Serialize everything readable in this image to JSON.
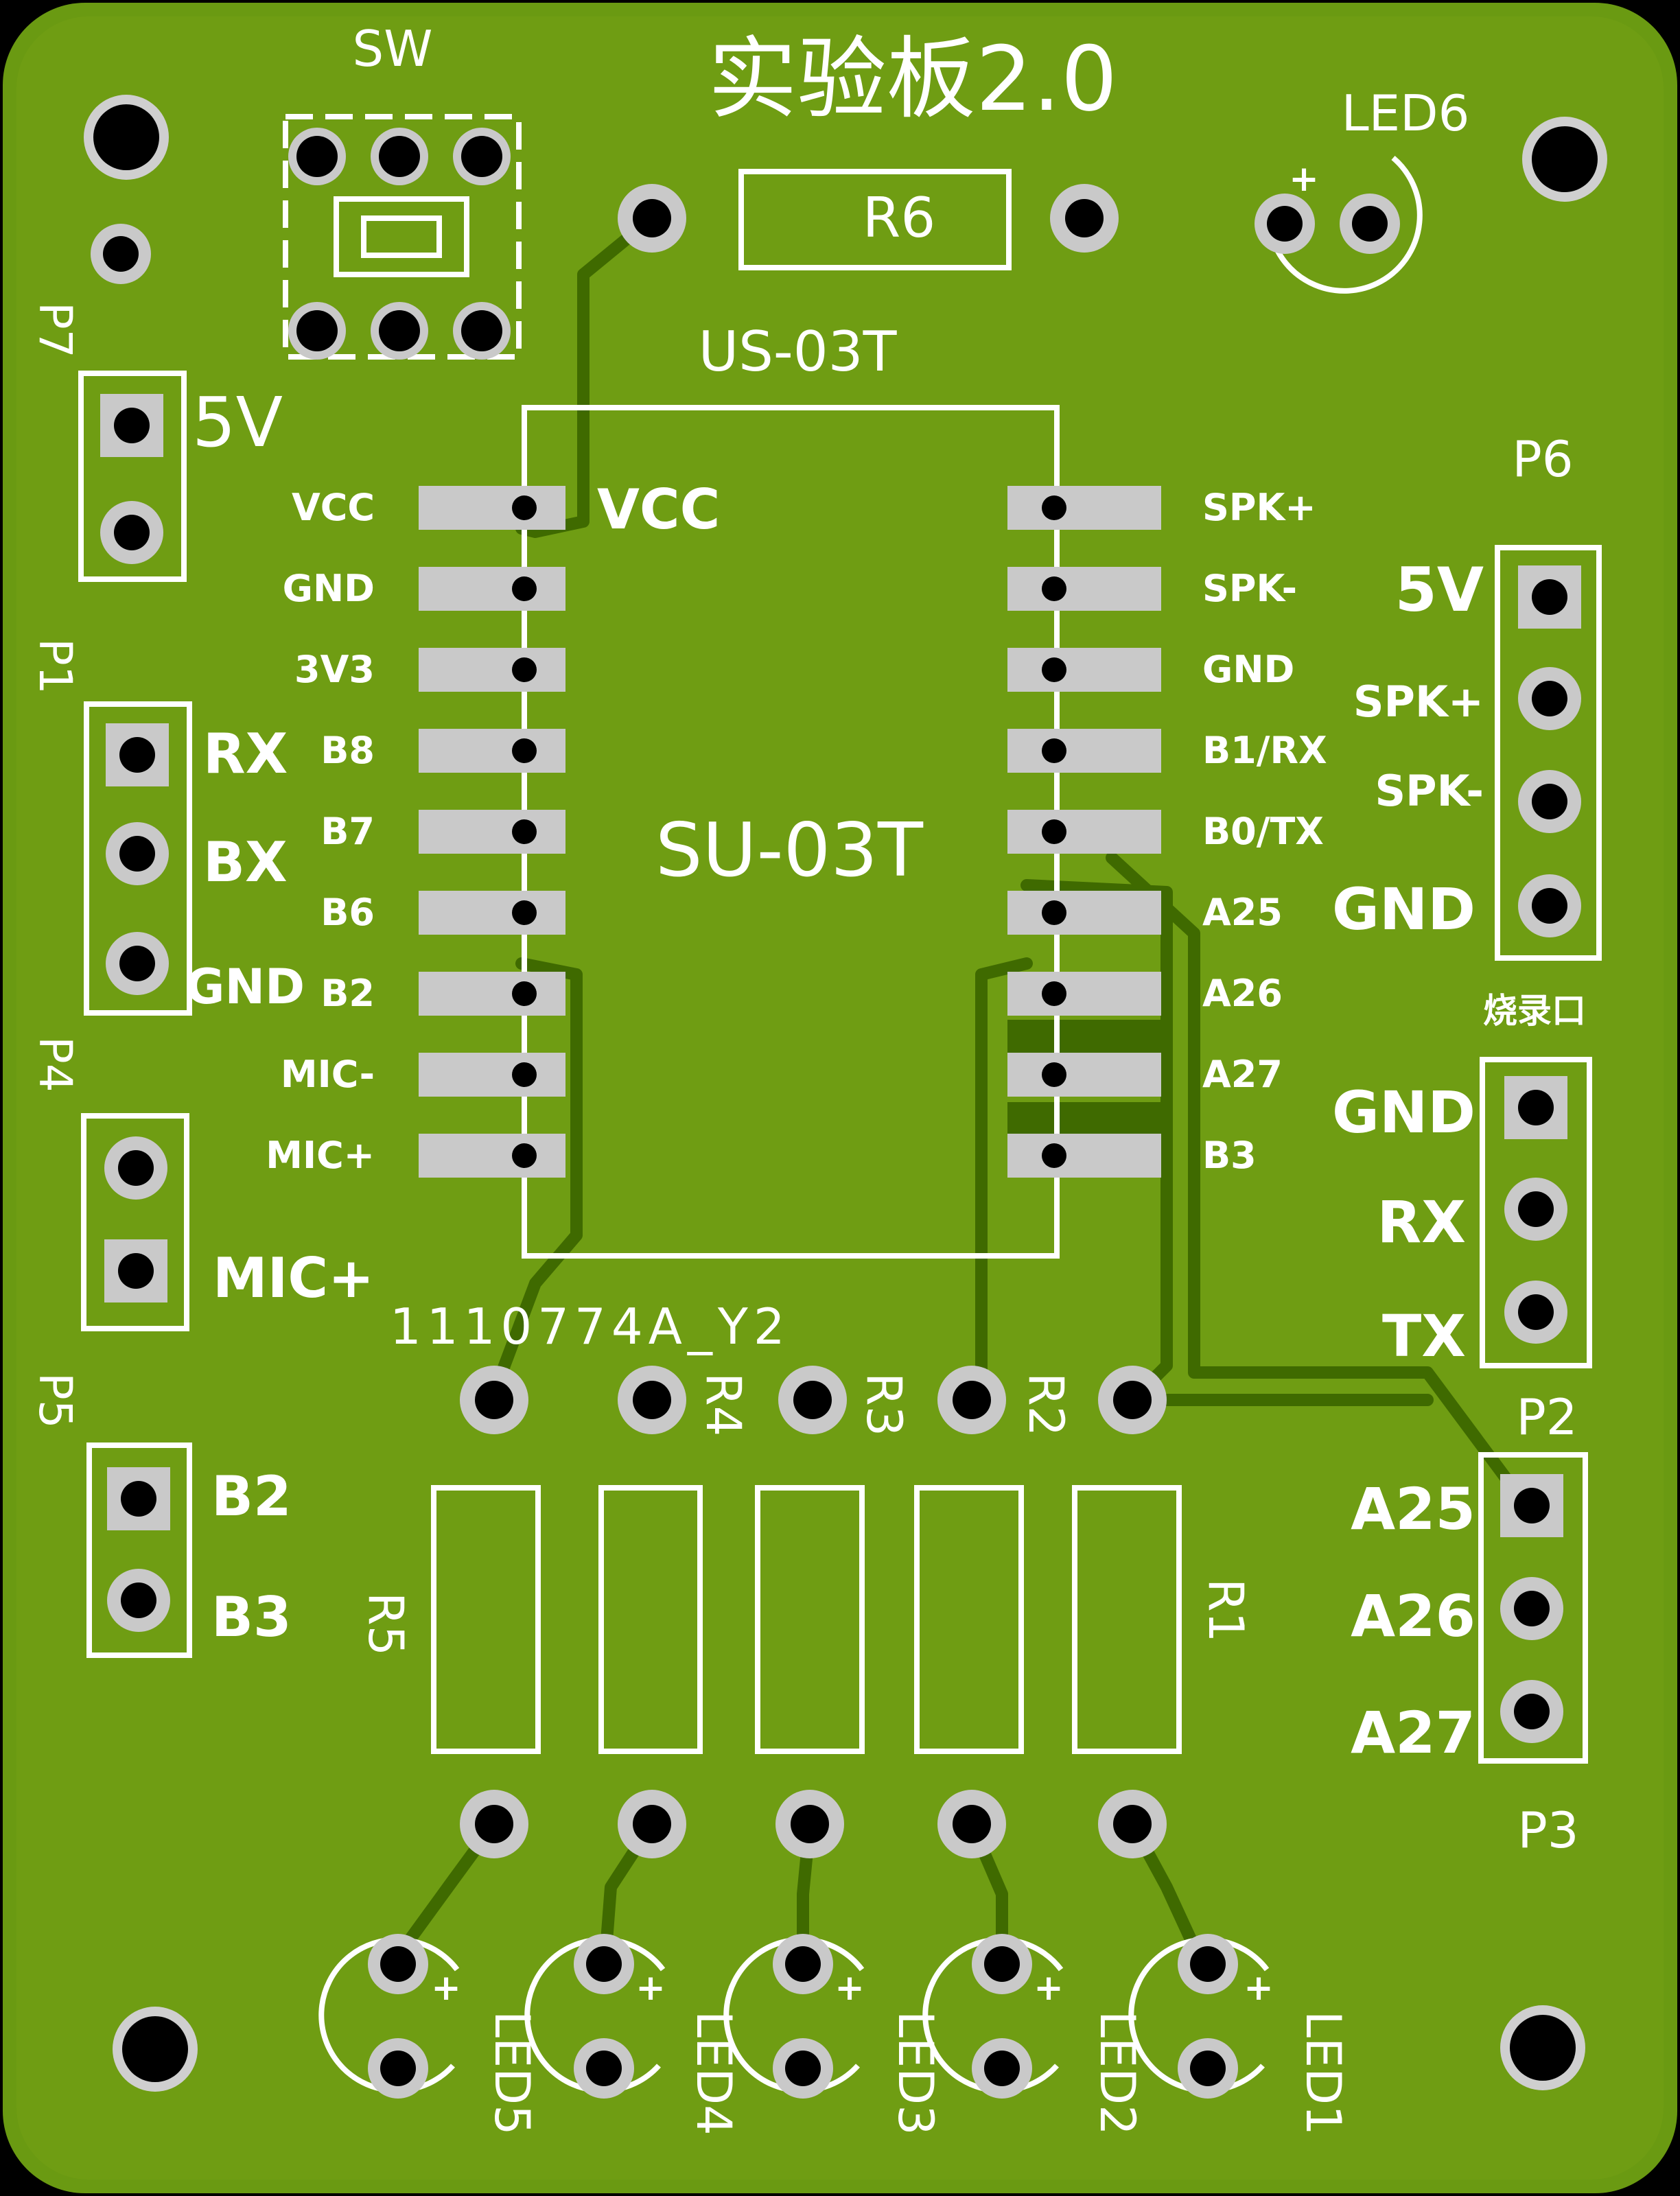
{
  "board": {
    "title": "实验板2.0",
    "code": "1110774A_Y2",
    "colors": {
      "substrate": "#6f9d13",
      "edge": "#6a9a12",
      "trace": "#3f6a00",
      "pad": "#c9c9c9",
      "silkscreen": "#ffffff"
    }
  },
  "module": {
    "silk_top": "US-03T",
    "name": "SU-03T",
    "left_pins": [
      "VCC",
      "GND",
      "3V3",
      "B8",
      "B7",
      "B6",
      "B2",
      "MIC-",
      "MIC+"
    ],
    "right_pins": [
      "SPK+",
      "SPK-",
      "GND",
      "B1/RX",
      "B0/TX",
      "A25",
      "A26",
      "A27",
      "B3"
    ],
    "extra_label": "VCC"
  },
  "switch": {
    "label": "SW"
  },
  "resistors": {
    "r6": "R6",
    "r1": "R1",
    "r2": "R2",
    "r3": "R3",
    "r4": "R4",
    "r5": "R5"
  },
  "leds": {
    "led6": "LED6",
    "led1": "LED1",
    "led2": "LED2",
    "led3": "LED3",
    "led4": "LED4",
    "led5": "LED5",
    "plus": "+"
  },
  "headers": {
    "p7": {
      "name": "P7"
    },
    "p_5v": {
      "label": "5V"
    },
    "p1": {
      "name": "P1",
      "labels": [
        "RX",
        "BX",
        "GND"
      ]
    },
    "p4": {
      "name": "P4",
      "labels": [
        "MIC+"
      ]
    },
    "p5": {
      "name": "P5",
      "labels": [
        "B2",
        "B3"
      ]
    },
    "p6": {
      "name": "P6",
      "labels": [
        "5V",
        "SPK+",
        "SPK-",
        "GND"
      ]
    },
    "burn": {
      "title": "烧录口",
      "labels": [
        "GND",
        "RX",
        "TX"
      ]
    },
    "p2": {
      "name": "P2"
    },
    "p3": {
      "name": "P3",
      "labels": [
        "A25",
        "A26",
        "A27"
      ]
    }
  }
}
